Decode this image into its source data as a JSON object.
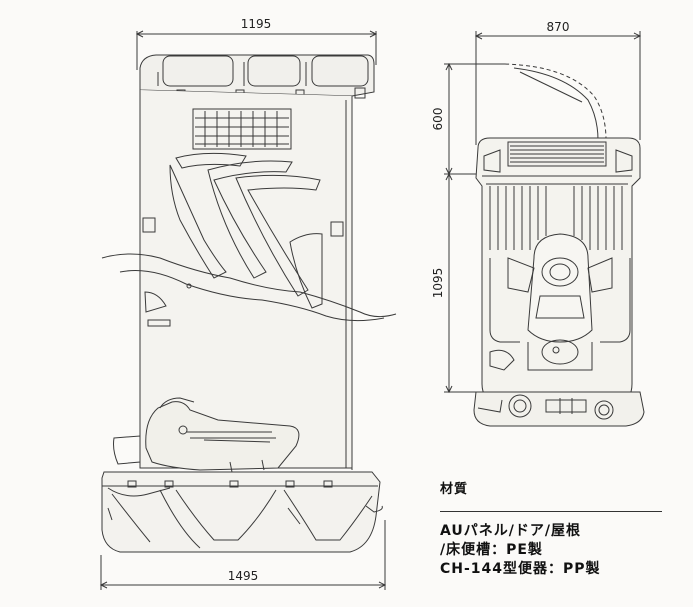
{
  "dimensions": {
    "side_top_width": "1195",
    "side_bottom_width": "1495",
    "plan_width": "870",
    "plan_door_depth": "600",
    "plan_body_depth": "1095"
  },
  "materials": {
    "heading": "材質",
    "lines": [
      "AUパネル/ドア/屋根",
      "/床便槽：PE製",
      "CH-144型便器：PP製"
    ]
  }
}
